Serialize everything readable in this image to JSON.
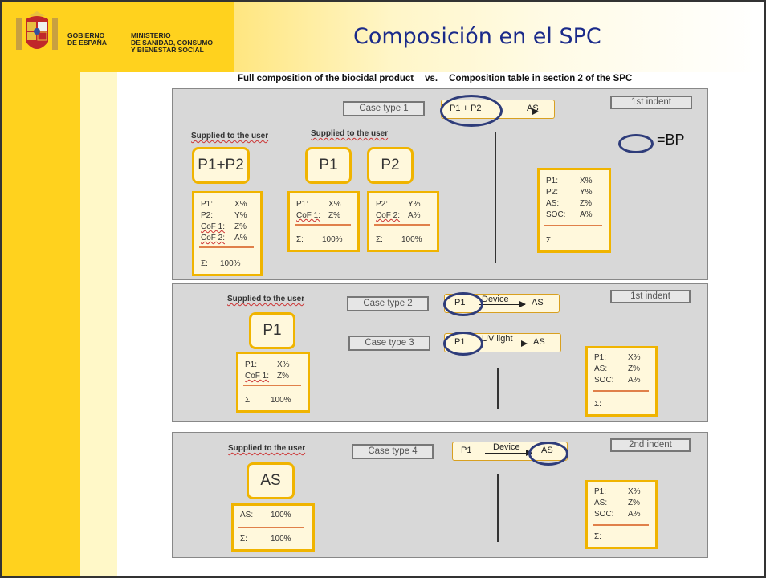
{
  "header": {
    "gov_line1": "GOBIERNO",
    "gov_line2": "DE ESPAÑA",
    "min_line1": "MINISTERIO",
    "min_line2": "DE SANIDAD, CONSUMO",
    "min_line3": "Y BIENESTAR SOCIAL",
    "title": "Composición en el SPC"
  },
  "subtitle": {
    "left": "Full composition of the biocidal product",
    "vs": "vs.",
    "right": "Composition table in section 2 of the SPC"
  },
  "legend": {
    "label": "=BP"
  },
  "panel1": {
    "case": "Case type 1",
    "flow_left": "P1  +  P2",
    "flow_right": "AS",
    "indent": "1st indent",
    "supplied1": "Supplied to the user",
    "supplied2": "Supplied to the user",
    "prod_a": "P1+P2",
    "prod_b": "P1",
    "prod_c": "P2",
    "tbl_a": [
      [
        "P1:",
        "X%"
      ],
      [
        "P2:",
        "Y%"
      ],
      [
        "CoF 1:",
        "Z%"
      ],
      [
        "CoF 2:",
        "A%"
      ]
    ],
    "tbl_a_sum": [
      "Σ:",
      "100%"
    ],
    "tbl_b": [
      [
        "P1:",
        "X%"
      ],
      [
        "CoF 1:",
        "Z%"
      ]
    ],
    "tbl_b_sum": [
      "Σ:",
      "100%"
    ],
    "tbl_c": [
      [
        "P2:",
        "Y%"
      ],
      [
        "CoF 2:",
        "A%"
      ]
    ],
    "tbl_c_sum": [
      "Σ:",
      "100%"
    ],
    "spc": [
      [
        "P1:",
        "X%"
      ],
      [
        "P2:",
        "Y%"
      ],
      [
        "AS:",
        "Z%"
      ],
      [
        "SOC:",
        "A%"
      ]
    ],
    "spc_sum": "Σ:"
  },
  "panel2": {
    "supplied": "Supplied to the user",
    "case2": "Case type 2",
    "case3": "Case type 3",
    "flow2_left": "P1",
    "flow2_mid": "Device",
    "flow2_right": "AS",
    "flow3_left": "P1",
    "flow3_mid": "UV light",
    "flow3_right": "AS",
    "indent": "1st indent",
    "prod": "P1",
    "tbl": [
      [
        "P1:",
        "X%"
      ],
      [
        "CoF 1:",
        "Z%"
      ]
    ],
    "tbl_sum": [
      "Σ:",
      "100%"
    ],
    "spc": [
      [
        "P1:",
        "X%"
      ],
      [
        "AS:",
        "Z%"
      ],
      [
        "SOC:",
        "A%"
      ]
    ],
    "spc_sum": "Σ:"
  },
  "panel3": {
    "supplied": "Supplied to the user",
    "case": "Case type 4",
    "flow_left": "P1",
    "flow_mid": "Device",
    "flow_right": "AS",
    "indent": "2nd indent",
    "prod": "AS",
    "tbl": [
      [
        "AS:",
        "100%"
      ]
    ],
    "tbl_sum": [
      "Σ:",
      "100%"
    ],
    "spc": [
      [
        "P1:",
        "X%"
      ],
      [
        "AS:",
        "Z%"
      ],
      [
        "SOC:",
        "A%"
      ]
    ],
    "spc_sum": "Σ:"
  },
  "colors": {
    "yellow": "#ffd21e",
    "title_blue": "#1a2a8a",
    "ellipse": "#2e3c7a",
    "box_border": "#f0b400"
  }
}
